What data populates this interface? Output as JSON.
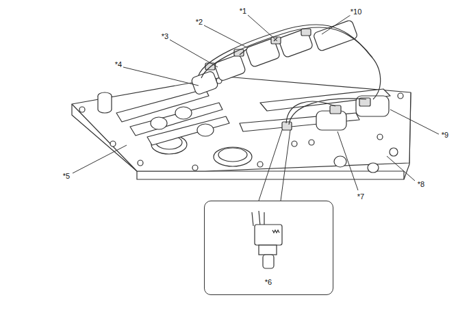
{
  "diagram": {
    "nodes": [
      {
        "text": [
          "*6"
        ]
      }
    ],
    "labels": [
      "*1",
      "*10",
      "*2",
      "*3",
      "*4",
      "*5",
      "*7",
      "*8",
      "*9"
    ]
  }
}
